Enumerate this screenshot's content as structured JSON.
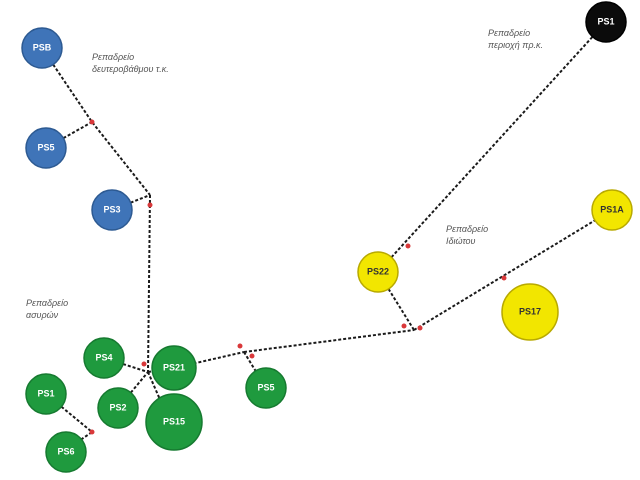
{
  "groups": {
    "blue": {
      "color": "#3f74b8",
      "stroke": "#2d5a92",
      "label_lines": [
        "Ρεπαδρείο",
        "δευτεροβάθμου τ.κ."
      ]
    },
    "black": {
      "color": "#0b0b0b",
      "stroke": "#000000",
      "label_lines": [
        "Ρεπαδρείο",
        "περιοχή πρ.κ."
      ]
    },
    "yellow": {
      "color": "#f2e600",
      "stroke": "#b8a900",
      "label_lines": [
        "Ρεπαδρείο",
        "Ιδιώτου"
      ]
    },
    "green": {
      "color": "#1f9a3e",
      "stroke": "#167a30",
      "label_lines": [
        "Ρεπαδρείο",
        "ασυρών"
      ]
    }
  },
  "nodes": [
    {
      "id": "n_blue_1",
      "label": "PSB",
      "group": "blue"
    },
    {
      "id": "n_blue_2",
      "label": "PS5",
      "group": "blue"
    },
    {
      "id": "n_blue_3",
      "label": "PS3",
      "group": "blue"
    },
    {
      "id": "n_black_1",
      "label": "PS1",
      "group": "black"
    },
    {
      "id": "n_yellow_1",
      "label": "PS22",
      "group": "yellow"
    },
    {
      "id": "n_yellow_2",
      "label": "PS1A",
      "group": "yellow"
    },
    {
      "id": "n_yellow_3",
      "label": "PS17",
      "group": "yellow"
    },
    {
      "id": "n_green_1",
      "label": "PS4",
      "group": "green"
    },
    {
      "id": "n_green_2",
      "label": "PS21",
      "group": "green"
    },
    {
      "id": "n_green_3",
      "label": "PS1",
      "group": "green"
    },
    {
      "id": "n_green_4",
      "label": "PS2",
      "group": "green"
    },
    {
      "id": "n_green_5",
      "label": "PS15",
      "group": "green"
    },
    {
      "id": "n_green_6",
      "label": "PS6",
      "group": "green"
    },
    {
      "id": "n_green_7",
      "label": "PS5",
      "group": "green"
    }
  ]
}
